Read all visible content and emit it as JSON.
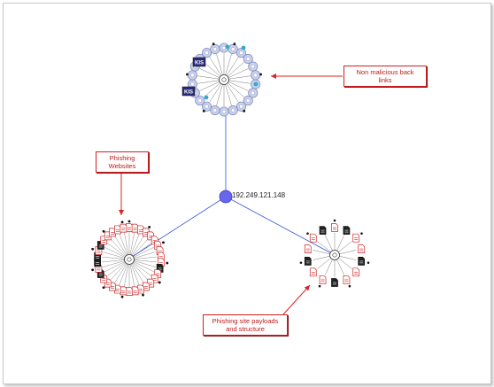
{
  "center_node": {
    "label": "192.249.121.148",
    "color": "#6666ee"
  },
  "annotations": {
    "backlinks": {
      "lines": [
        "Non malicious back",
        "links"
      ]
    },
    "phishing_sites": {
      "lines": [
        "Phishing",
        "Websites"
      ]
    },
    "payloads": {
      "lines": [
        "Phishing site payloads",
        "and structure"
      ]
    }
  },
  "clusters": {
    "backlinks": {
      "badge_text": "KIS",
      "node_color": "#c8d0ec",
      "accent_color": "#33aacc"
    },
    "phishing_sites": {
      "file_color": "#cc2222"
    },
    "payloads": {
      "file_color": "#cc2222"
    }
  },
  "colors": {
    "edge": "#3355dd",
    "callout": "#d02020",
    "arrow": "#dd2222"
  }
}
